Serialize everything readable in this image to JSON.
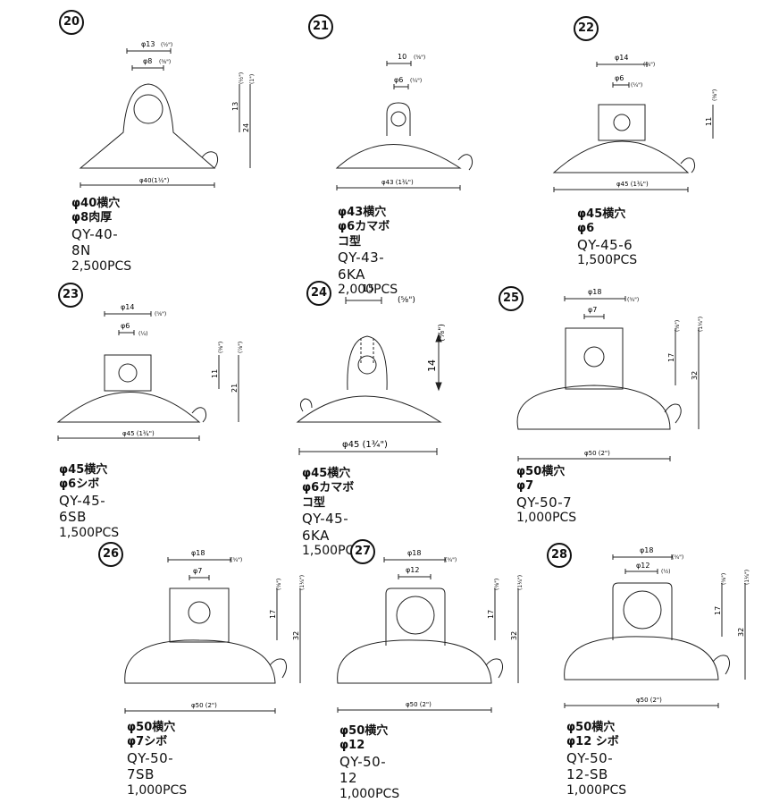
{
  "items": [
    {
      "num": "20",
      "desc": "φ40横穴φ8肉厚",
      "model": "QY-40-8N",
      "qty": "2,500PCS",
      "dims": {
        "top1": "φ13",
        "top1b": "(½\")",
        "top2": "φ8",
        "top2b": "(⅜\")",
        "v1": "13",
        "v1b": "(½\")",
        "v2": "24",
        "v2b": "(1\")",
        "base": "φ40(1½\")"
      }
    },
    {
      "num": "21",
      "desc": "φ43横穴φ6カマボコ型",
      "model": "QY-43-6KA",
      "qty": "2,000PCS",
      "dims": {
        "top1": "10",
        "top1b": "(⅜\")",
        "top2": "φ6",
        "top2b": "(¼\")",
        "base": "φ43 (1¾\")"
      }
    },
    {
      "num": "22",
      "desc": "φ45横穴φ6",
      "model": "QY-45-6",
      "qty": "1,500PCS",
      "dims": {
        "top1": "φ14",
        "top1b": "(⅝\")",
        "top2": "φ6",
        "top2b": "(¼\")",
        "v1": "11",
        "v1b": "(⅜\")",
        "base": "φ45 (1¾\")"
      }
    },
    {
      "num": "23",
      "desc": "φ45横穴φ6シボ",
      "model": "QY-45-6SB",
      "qty": "1,500PCS",
      "dims": {
        "top1": "φ14",
        "top1b": "(⅝\")",
        "top2": "φ6",
        "top2b": "(¼)",
        "v1": "11",
        "v1b": "(⅜\")",
        "v2": "21",
        "v2b": "(⅞\")",
        "base": "φ45 (1¾\")"
      }
    },
    {
      "num": "24",
      "desc": "φ45横穴φ6カマボコ型",
      "model": "QY-45-6KA",
      "qty": "1,500PCS",
      "dims": {
        "top1": "15",
        "top1b": "(⅝\")",
        "v1": "14",
        "v1b": "(⅜\")",
        "base": "φ45 (1¾\")"
      }
    },
    {
      "num": "25",
      "desc": "φ50横穴φ7",
      "model": "QY-50-7",
      "qty": "1,000PCS",
      "dims": {
        "top1": "φ18",
        "top1b": "(¾\")",
        "top2": "φ7",
        "v1": "17",
        "v1b": "(⅝\")",
        "v2": "32",
        "v2b": "(1¼\")",
        "base": "φ50 (2\")"
      }
    },
    {
      "num": "26",
      "desc": "φ50横穴φ7シボ",
      "model": "QY-50-7SB",
      "qty": "1,000PCS",
      "dims": {
        "top1": "φ18",
        "top1b": "(¾\")",
        "top2": "φ7",
        "v1": "17",
        "v1b": "(⅝\")",
        "v2": "32",
        "v2b": "(1¼\")",
        "base": "φ50 (2\")"
      }
    },
    {
      "num": "27",
      "desc": "φ50横穴φ12",
      "model": "QY-50-12",
      "qty": "1,000PCS",
      "dims": {
        "top1": "φ18",
        "top1b": "(¾\")",
        "top2": "φ12",
        "v1": "17",
        "v1b": "(⅝\")",
        "v2": "32",
        "v2b": "(1¼\")",
        "base": "φ50 (2\")"
      }
    },
    {
      "num": "28",
      "desc": "φ50横穴φ12 シボ",
      "model": "QY-50-12-SB",
      "qty": "1,000PCS",
      "dims": {
        "top1": "φ18",
        "top1b": "(¾\")",
        "top2": "φ12",
        "top2b": "(½)",
        "v1": "17",
        "v1b": "(⅝\")",
        "v2": "32",
        "v2b": "(1¼\")",
        "base": "φ50 (2\")"
      }
    }
  ]
}
